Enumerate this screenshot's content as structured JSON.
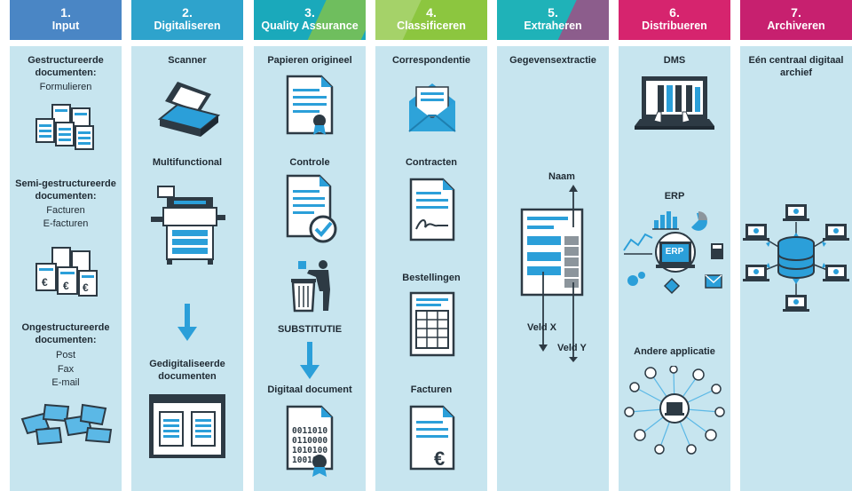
{
  "colors": {
    "step1": "#4a86c5",
    "step2": "#2ea3cc",
    "step3": "#1aa9bb",
    "step4": "#8cc63f",
    "step5": "#1fb2b8",
    "step6": "#d6246e",
    "step7": "#c7206f",
    "panel": "#c7e5ef",
    "icon_blue": "#2b9fd9",
    "icon_dark": "#2d3a44"
  },
  "steps": [
    {
      "num": "1.",
      "title": "Input",
      "items": [
        {
          "label": "Gestructureerde documenten:",
          "sub": [
            "Formulieren"
          ],
          "icon": "stacked-forms-icon"
        },
        {
          "label": "Semi-gestructureerde documenten:",
          "sub": [
            "Facturen",
            "E-facturen"
          ],
          "icon": "euro-invoices-icon"
        },
        {
          "label": "Ongestructureerde documenten:",
          "sub": [
            "Post",
            "Fax",
            "E-mail"
          ],
          "icon": "scattered-papers-icon"
        }
      ]
    },
    {
      "num": "2.",
      "title": "Digitaliseren",
      "items": [
        {
          "label": "Scanner",
          "icon": "scanner-icon"
        },
        {
          "label": "Multifunctional",
          "icon": "multifunctional-printer-icon"
        },
        {
          "label": "Gedigitaliseerde documenten",
          "icon": "digital-documents-window-icon"
        }
      ]
    },
    {
      "num": "3.",
      "title": "Quality Assurance",
      "items": [
        {
          "label": "Papieren origineel",
          "icon": "certified-document-icon"
        },
        {
          "label": "Controle",
          "icon": "checked-document-icon"
        },
        {
          "label": "SUBSTITUTIE",
          "icon": "trash-bin-person-icon"
        },
        {
          "label": "Digitaal document",
          "binary": [
            "0011010",
            "0110000",
            "1010100",
            "10010"
          ],
          "icon": "binary-document-icon"
        }
      ]
    },
    {
      "num": "4.",
      "title": "Classificeren",
      "items": [
        {
          "label": "Correspondentie",
          "icon": "open-envelope-icon"
        },
        {
          "label": "Contracten",
          "icon": "signed-contract-icon"
        },
        {
          "label": "Bestellingen",
          "icon": "order-form-icon"
        },
        {
          "label": "Facturen",
          "icon": "euro-invoice-icon"
        }
      ]
    },
    {
      "num": "5.",
      "title": "Extraheren",
      "items": [
        {
          "label": "Gegevensextractie",
          "icon": "extraction-form-icon"
        }
      ],
      "fields": {
        "naam": "Naam",
        "veld_x": "Veld X",
        "veld_y": "Veld Y"
      }
    },
    {
      "num": "6.",
      "title": "Distribueren",
      "items": [
        {
          "label": "DMS",
          "icon": "laptop-binders-icon"
        },
        {
          "label": "ERP",
          "center": "ERP",
          "icon": "erp-hub-icon"
        },
        {
          "label": "Andere applicatie",
          "icon": "network-icon"
        }
      ]
    },
    {
      "num": "7.",
      "title": "Archiveren",
      "items": [
        {
          "label": "Eén centraal digitaal archief",
          "icon": "central-database-icon"
        }
      ]
    }
  ]
}
